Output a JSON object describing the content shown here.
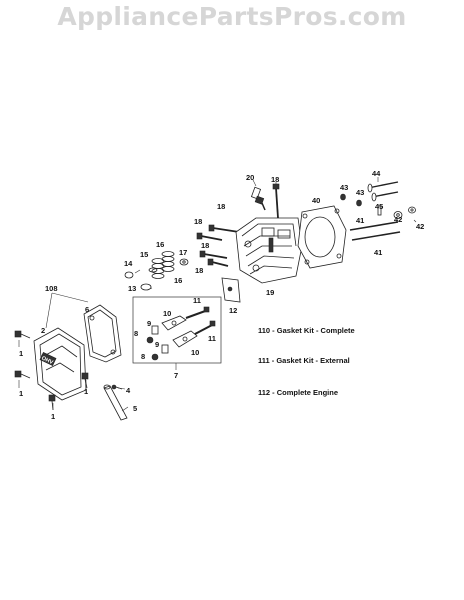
{
  "watermark": "AppliancePartsPros.com",
  "callouts": {
    "c1a": "1",
    "c1b": "1",
    "c1c": "1",
    "c1d": "1",
    "c2": "2",
    "c4": "4",
    "c5": "5",
    "c6": "6",
    "c7": "7",
    "c8a": "8",
    "c8b": "8",
    "c9a": "9",
    "c9b": "9",
    "c10a": "10",
    "c10b": "10",
    "c11a": "11",
    "c11b": "11",
    "c12": "12",
    "c13": "13",
    "c14": "14",
    "c15": "15",
    "c16a": "16",
    "c16b": "16",
    "c17": "17",
    "c18a": "18",
    "c18b": "18",
    "c18c": "18",
    "c18d": "18",
    "c18e": "18",
    "c19": "19",
    "c20": "20",
    "c40": "40",
    "c41a": "41",
    "c41b": "41",
    "c42a": "42",
    "c42b": "42",
    "c43a": "43",
    "c43b": "43",
    "c44": "44",
    "c45": "45",
    "c108": "108"
  },
  "cover_logo": "OHV",
  "notes": {
    "n110": "110 - Gasket Kit - Complete",
    "n111": "111 - Gasket Kit - External",
    "n112": "112 - Complete Engine"
  }
}
